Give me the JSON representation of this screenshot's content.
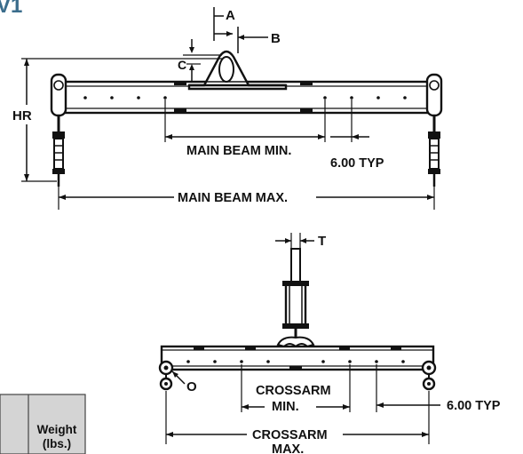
{
  "header": {
    "title_fragment": "V1"
  },
  "labels": {
    "a": "A",
    "b": "B",
    "c": "C",
    "hr": "HR",
    "main_beam_min": "MAIN BEAM MIN.",
    "typ_top": "6.00 TYP",
    "main_beam_max": "MAIN BEAM MAX.",
    "t": "T",
    "o": "O",
    "crossarm_min_1": "CROSSARM",
    "crossarm_min_2": "MIN.",
    "typ_bottom": "6.00 TYP",
    "crossarm_max_1": "CROSSARM",
    "crossarm_max_2": "MAX."
  },
  "table": {
    "weight_header_1": "Weight",
    "weight_header_2": "(lbs.)"
  },
  "colors": {
    "ink": "#111111",
    "title": "#3b6d8c",
    "table_header_bg": "#d4d4d4"
  }
}
